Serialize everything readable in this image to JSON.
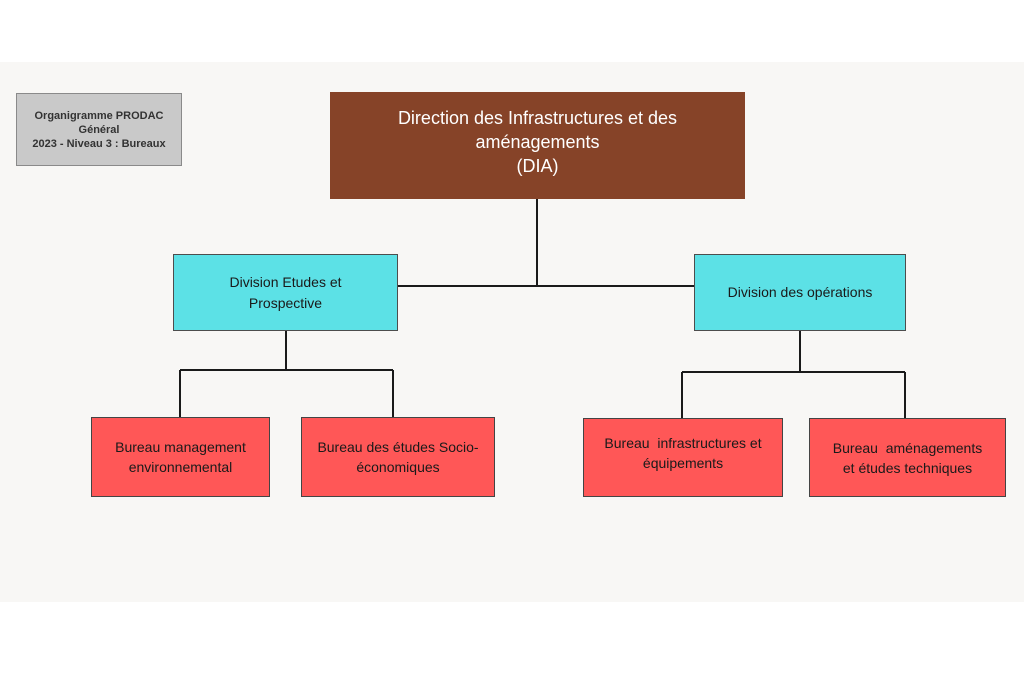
{
  "legend": {
    "line1": "Organigramme PRODAC",
    "line2": "Général",
    "line3": "2023 - Niveau 3 : Bureaux"
  },
  "direction": {
    "line1": "Direction des Infrastructures et des",
    "line2": "aménagements",
    "line3": "(DIA)"
  },
  "divisions": [
    {
      "line1": "Division Etudes et",
      "line2": "Prospective"
    },
    {
      "line1": "Division des opérations",
      "line2": ""
    }
  ],
  "bureaus": [
    {
      "line1": "Bureau management",
      "line2": "environnemental"
    },
    {
      "line1": "Bureau des études Socio-",
      "line2": "économiques"
    },
    {
      "line1": "Bureau  infrastructures et",
      "line2": "équipements"
    },
    {
      "line1": "Bureau  aménagements",
      "line2": "et études techniques"
    }
  ],
  "colors": {
    "direction": "#864328",
    "division": "#5ce1e6",
    "bureau": "#ff5757",
    "legend": "#c9c9c9",
    "connector": "#1a1a1a"
  }
}
